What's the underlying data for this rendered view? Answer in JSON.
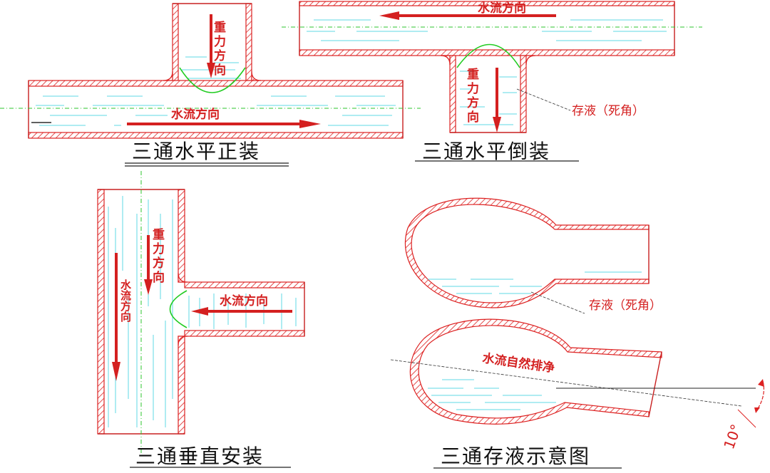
{
  "labels": {
    "gravity": "重力方向",
    "flow": "水流方向",
    "flow_vertical": "水流方向",
    "dead_leg": "存液（死角）",
    "self_drain": "水流自然排净",
    "angle": "10°"
  },
  "captions": {
    "horizontal_upright": "三通水平正装",
    "horizontal_inverted": "三通水平倒装",
    "vertical": "三通垂直安装",
    "retention": "三通存液示意图"
  },
  "colors": {
    "wall_hatch": "#d22222",
    "water": "#5fd9e6",
    "arrow": "#d42020",
    "meniscus": "#22cc22",
    "centerline": "#2ec62e"
  }
}
